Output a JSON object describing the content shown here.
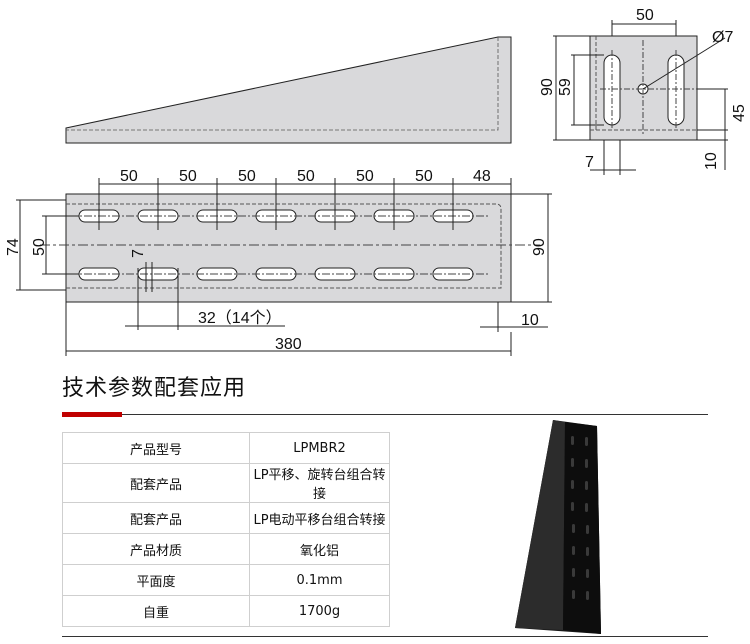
{
  "drawing": {
    "side_view": {
      "dim_width": "50",
      "dim_height": "90",
      "dim_slot": "59",
      "dim_hole": "Ø7",
      "dim_offset": "45",
      "dim_slot_width": "7",
      "dim_thickness": "10"
    },
    "top_view": {
      "pitch_labels": [
        "50",
        "50",
        "50",
        "50",
        "50",
        "50",
        "48"
      ],
      "dim_height_left": "74",
      "dim_rows": "50",
      "dim_height_right": "90",
      "dim_slot_width": "7",
      "dim_slot_length": "32（14个）",
      "dim_lip": "10",
      "dim_length": "380"
    }
  },
  "section": {
    "title": "技术参数配套应用"
  },
  "spec_table": [
    {
      "key": "产品型号",
      "value": "LPMBR2"
    },
    {
      "key": "配套产品",
      "value": "LP平移、旋转台组合转接"
    },
    {
      "key": "配套产品",
      "value": "LP电动平移台组合转接"
    },
    {
      "key": "产品材质",
      "value": "氧化铝"
    },
    {
      "key": "平面度",
      "value": "0.1mm"
    },
    {
      "key": "自重",
      "value": "1700g"
    }
  ],
  "colors": {
    "part_fill": "#d9d9db",
    "accent": "#c00000",
    "line": "#222222"
  }
}
